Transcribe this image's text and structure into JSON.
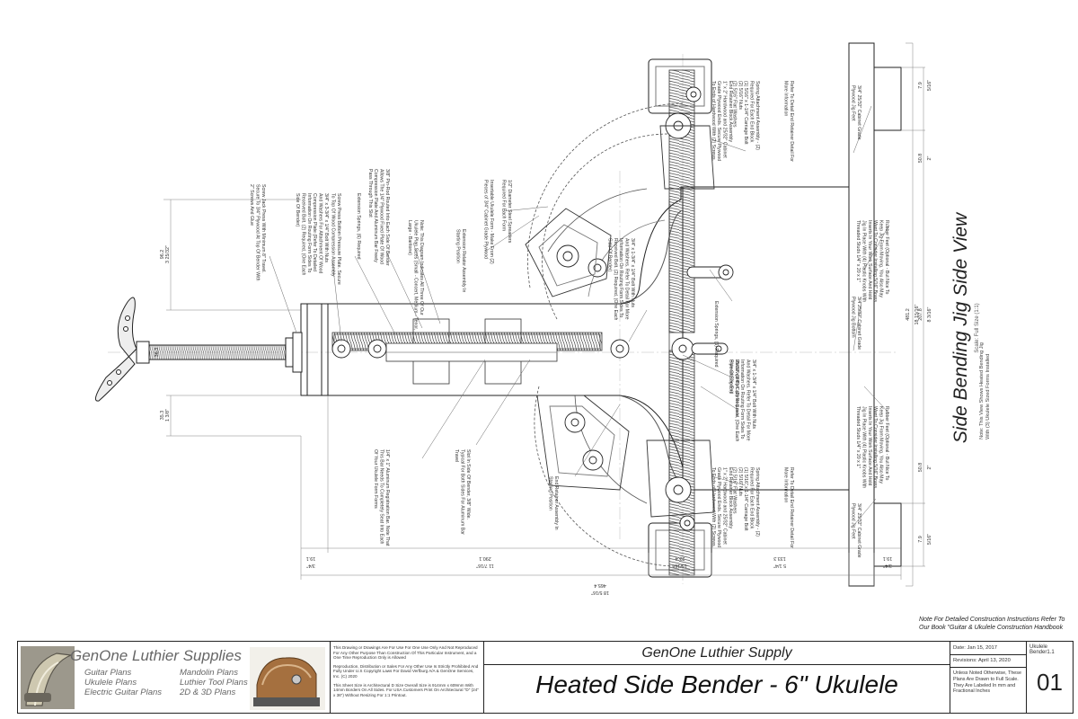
{
  "drawing": {
    "title": "Side Bending Jig Side View",
    "scale": "Scale: Full Size (1:1)",
    "view_note": "Note: This View Shows Heated Bending Jig\nWith (3) Ukulele Sized Forms Installed",
    "construction_note": "Note For Detailed Construction Instructions Refer To Our Book \"Guitar & Ukulele Construction Handbook",
    "callouts": {
      "screw_jack": [
        "Screw Jack Press With Minimum 8\" Travel.",
        "Secure To 3/4\" Plywood At Top Of Bender With",
        "2\" Screws And Glue"
      ],
      "bolt_3_4": [
        "3/4\" x 3-3/4\" x 1/4\" Bolt With Nuts",
        "And Washers For Attachment Of Wood",
        "Compression Plate (Refer To Detailed",
        "Information On Routing Form Sides To",
        "Received Bolt. (2) Required, (One Each",
        "Side Of Bender)"
      ],
      "screw_press": [
        "Screw Press Bottom Pressure Plate. Secure",
        "To Top Of Wood Compression Assembly"
      ],
      "extension_springs_top": [
        "Extension Springs, (6) Required"
      ],
      "rod": [
        "3/8\" Pin-Rod Routed Into Each Side Of Bender",
        "Allows The 1/4\" Plywood Fixed Plate Of Wood",
        "Compression Plate And Aluminum Bar Freely",
        "Pass Through This Slot"
      ],
      "diagram_note": [
        "Note: This Diagram Indicates All Three Of Our",
        "Ukulele Plan Sizes (Small - Concert, Medium - Tenor,",
        "Large - Baritone)"
      ],
      "extension_assembly": [
        "Extension Relator Assembly In",
        "Starting Position"
      ],
      "ukulele_form": [
        "Insertable Ukulele Form - Make From (2)",
        "Pieces of 3/4\" Cabinet Grade Plywood"
      ],
      "spreaders": [
        "1/2\" Diameter Steel Spreaders",
        "Required For Each Form"
      ],
      "aluminum_bar": [
        "1/4\" x 1\" Aluminum Registration Bar. Note That",
        "This Bar Needs To Completely Seat Into Each",
        "Of Your Ukulele Form Forms"
      ],
      "slot": [
        "Slot In Side Of Bender, 3/8\" Wide.",
        "Typical For Both Sides For Aluminum Bar",
        "Travel"
      ],
      "end_retainer_start": [
        "End Retainer Assembly In",
        "Starting Position"
      ],
      "bolt_center": [
        "3/4\" x 1-3/4\" x 1/4\" Bolt With Nuts",
        "And Washers. Refer To Detail For More",
        "Information On Routing Form Sides To",
        "Received Bolt. (2) Required, (One Each",
        "Side Of Bender)"
      ],
      "extension_springs_mid": [
        "Extension Springs, (6) Required"
      ],
      "cabinet_plywood_mid": [
        "25/32\" (3/4\") Cabinet Grade",
        "Plywood Jig End"
      ],
      "bolt_lower": [
        "3/4\" x 1-3/4\" x 1/4\" Bolt With Nuts",
        "And Washers. Refer To Detail For More",
        "Information On Routing Form Sides To",
        "Received Bolt. (2) Required, (One Each",
        "Side Of Bender)"
      ],
      "end_retainer_top": [
        "End Retainer Block Assembly",
        "1\" x 2\" Hardwood and 25/32\" Cabinet",
        "Grade Plywood Ends. Secure Plywood",
        "To Ends of Hardwood With (2) Screws."
      ],
      "spring_attach_top": [
        "Spring Attachment Assembly - (2)",
        "Required For Each End Block",
        "(1) 5/16\" x 1-1/4\" Carriage Bolt",
        "(2) 5/16\" Nuts",
        "(2) 5/16\" Flat Washers"
      ],
      "detail_ref_top": [
        "Refer To Detail End Retainer Detail For",
        "More Information"
      ],
      "end_retainer_bottom": [
        "End Retainer Block Assembly",
        "1\" x 2\" Hardwood and 25/32\" Cabinet",
        "Grade Plywood Ends. Secure Plywood",
        "To Ends of Hardwood With (2) Screws."
      ],
      "spring_attach_bottom": [
        "Spring Attachment Assembly - (2)",
        "Required For Each End Block",
        "(1) 5/16\" x 1-1/4\" Carriage Bolt",
        "(2) 5/16\" Nuts",
        "(2) 5/16\" Flat Washers"
      ],
      "detail_ref_bottom": [
        "Refer To Detail End Retainer Detail For",
        "More Information"
      ],
      "plywood_feet_top": [
        "3/4\" 25/32\" Cabinet Grade",
        "Plywood Jig Feet"
      ],
      "plywood_end_right": [
        "3/4\"25/32\" Cabinet Grade",
        "Plywood Jig Bottom"
      ],
      "plywood_feet_bottom": [
        "3/4\" 25/32\" Cabinet Grade",
        "Plywood Jig Feet"
      ],
      "rubber_feet_top": [
        "Rubber Feet (Optional - But Nice To",
        "Keep Jig From Moving. You Also May",
        "Want To Consider Installing 5/16\" Brass",
        "Inserts In Your Work Surface And Hold",
        "Jig In Place With (4) Plastic Knobs With",
        "Threaded Studs 1/4\" x 20 x 1\""
      ],
      "rubber_feet_bottom": [
        "Rubber Feet (Optional - But Nice To",
        "Keep Jig From Moving. You Also May",
        "Want To Consider Installing 5/16\" Brass",
        "Inserts In Your Work Surface And Hold",
        "Jig In Place With (4) Plastic Knobs With",
        "Threaded Studs 1/4\" x 20 x 1\""
      ]
    },
    "dimensions": {
      "d_top_96": "96.2",
      "d_top_96_in": "3 25/32\"",
      "d_left_353": "35.3",
      "d_left_353_in": "1 3/8\"",
      "d_small_363": "36.3",
      "d_right_481": "481.2",
      "d_right_481_in": "18 15/16\"",
      "d_right_2078": "207.8",
      "d_right_2078_in": "8 3/16\"",
      "d_right_508a": "50.8",
      "d_right_508a_in": "2\"",
      "d_right_508b": "50.8",
      "d_right_508b_in": "2\"",
      "d_right_79a": "7.9",
      "d_right_79a_in": "5/16\"",
      "d_right_79b": "7.9",
      "d_right_79b_in": "5/16\"",
      "d_bot_191": "19.1",
      "d_bot_191_in": "3/4\"",
      "d_bot_2901": "290.1",
      "d_bot_2901_in": "11 7/16\"",
      "d_bot_234": "23.4",
      "d_bot_234_in": "15/16\"",
      "d_bot_1333": "133.3",
      "d_bot_1333_in": "5 1/4\"",
      "d_bot_191b": "19.1",
      "d_bot_191b_in": "3/4\"",
      "d_bot_4654": "465.4",
      "d_bot_4654_in": "18 5/16\""
    }
  },
  "title_block": {
    "brand": "GenOne Luthier Supplies",
    "categories_left": [
      "Guitar Plans",
      "Ukulele Plans",
      "Electric Guitar Plans"
    ],
    "categories_right": [
      "Mandolin Plans",
      "Luthier Tool Plans",
      "2D & 3D Plans"
    ],
    "legal": [
      "This Drawing or Drawings Are For Use For One Use Only And Not Reproduced For Any Other Purpose Than Construction Of This Particular Instrument, and a One Time Reproduction Only is Allowed",
      "Reproduction, Distribution or Sales For Any Other Use Is Strictly Prohibited And Fully Under U.S Copyright Laws For David Verfburg A/A & GenOne Services, Inc. (C) 2020",
      "This Sheet Size is Architectural D Size Overall Size is 914mm x 609mm With 14mm Borders On All Sides. For USA Customers Print On Architectural \"D\" (24\" x 36\") Without Resizing For 1:1 Printout."
    ],
    "company": "GenOne Luthier Supply",
    "title": "Heated Side Bender - 6\" Ukulele",
    "date": "Date: Jan 15, 2017",
    "revisions": "Revisions: April 13, 2020",
    "units_note": "Unless Noted Otherwise, These Plans Are Drawn to Full Scale. They Are Labeled In mm and Fractional Inches",
    "file": "Ukulele Bender1.1",
    "sheet": "01"
  }
}
